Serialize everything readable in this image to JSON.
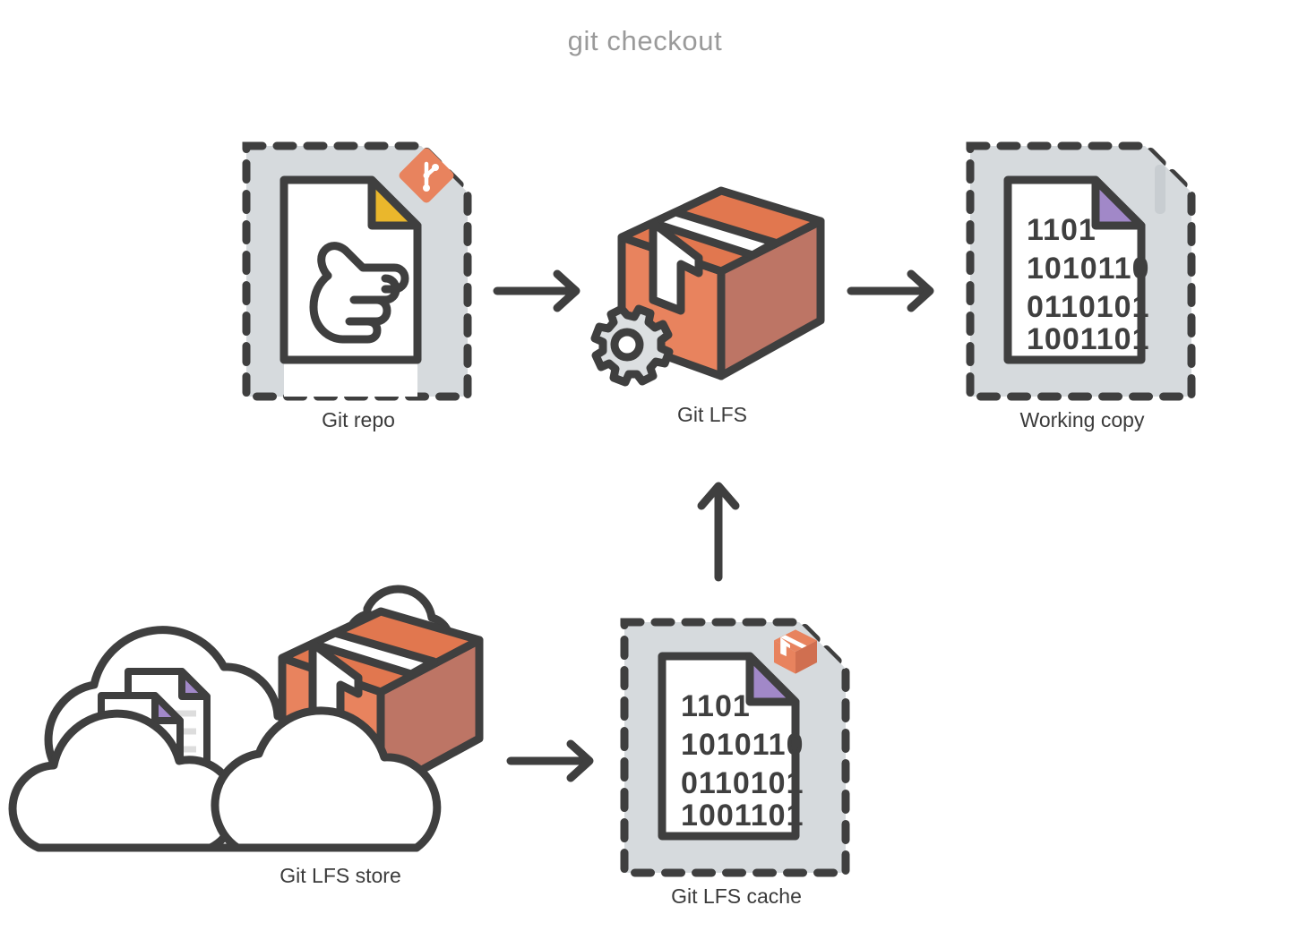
{
  "title": "git checkout",
  "colors": {
    "title_gray": "#9a9a9a",
    "label_dark": "#3b3b3b",
    "stroke_dark": "#3f3f3f",
    "dashed_fill": "#d6dadd",
    "box_light_orange": "#e8835e",
    "box_mid_orange": "#e1774f",
    "box_dark_orange": "#bd7565",
    "fold_yellow": "#eab72c",
    "fold_purple": "#a188c8",
    "gear_gray": "#dcdfe1",
    "doc_line_gray": "#dddddd",
    "ghost_badge": "#c8cdd1",
    "paper_white": "#ffffff"
  },
  "nodes": [
    {
      "id": "git-repo",
      "label": "Git repo",
      "badge": "git-logo-badge",
      "fold_color": "fold_yellow",
      "content": "pointing-hand-icon"
    },
    {
      "id": "git-lfs",
      "label": "Git LFS",
      "badge": "none",
      "content": "package-box-with-gear"
    },
    {
      "id": "working-copy",
      "label": "Working copy",
      "badge": "ghost-badge",
      "fold_color": "fold_purple",
      "content": "binary-document"
    },
    {
      "id": "git-lfs-store",
      "label": "Git LFS store",
      "badge": "none",
      "content": "cloud-with-documents-and-package"
    },
    {
      "id": "git-lfs-cache",
      "label": "Git LFS cache",
      "badge": "lfs-box-badge",
      "fold_color": "fold_purple",
      "content": "binary-document"
    }
  ],
  "binary_document": {
    "rows": [
      "1101",
      "1010110",
      "0110101",
      "1001101"
    ]
  },
  "arrows": [
    {
      "id": "arrow-repo-to-lfs",
      "direction": "right",
      "from": "git-repo",
      "to": "git-lfs"
    },
    {
      "id": "arrow-lfs-to-working-copy",
      "direction": "right",
      "from": "git-lfs",
      "to": "working-copy"
    },
    {
      "id": "arrow-store-to-cache",
      "direction": "right",
      "from": "git-lfs-store",
      "to": "git-lfs-cache"
    },
    {
      "id": "arrow-cache-to-lfs",
      "direction": "up",
      "from": "git-lfs-cache",
      "to": "git-lfs"
    }
  ]
}
